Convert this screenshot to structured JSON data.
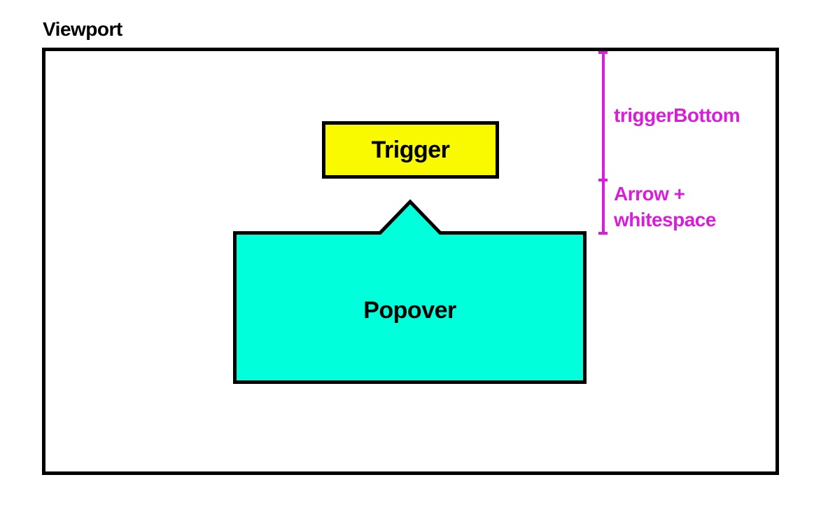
{
  "diagram": {
    "viewport_label": "Viewport",
    "trigger_label": "Trigger",
    "popover_label": "Popover",
    "annotations": {
      "trigger_bottom": "triggerBottom",
      "arrow_whitespace_line1": "Arrow +",
      "arrow_whitespace_line2": "whitespace"
    },
    "colors": {
      "trigger_fill": "#F9F900",
      "popover_fill": "#00FFDB",
      "annotation": "#D81ED8",
      "outline": "#000000",
      "background": "#FFFFFF"
    }
  }
}
